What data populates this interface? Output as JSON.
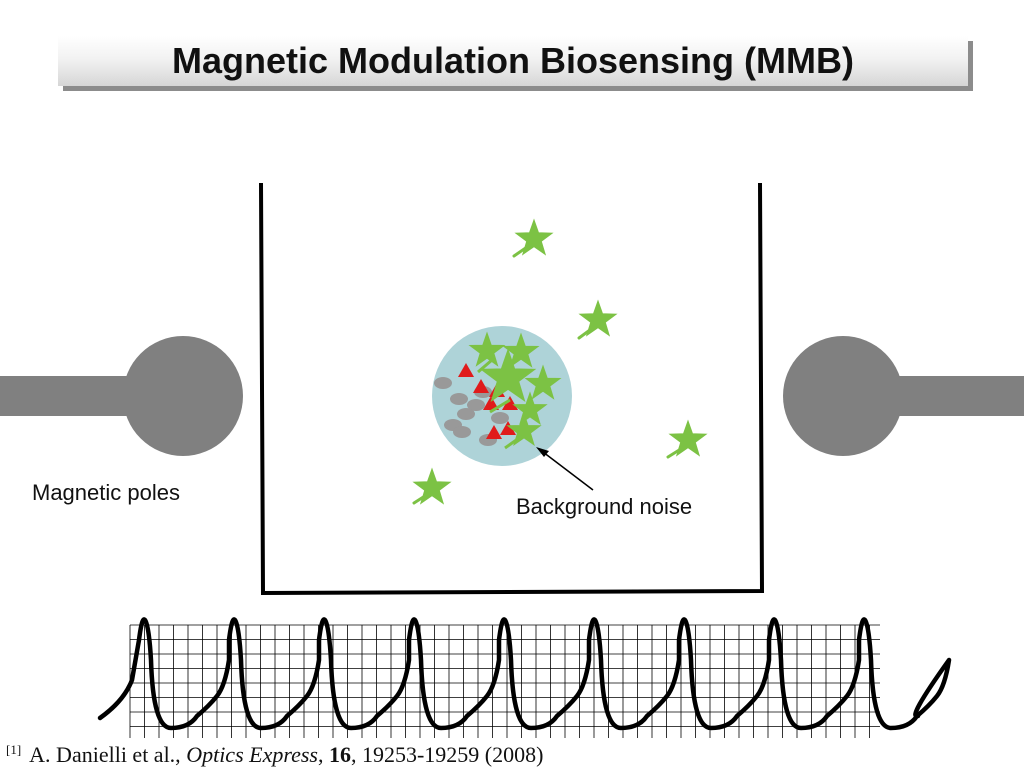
{
  "title": "Magnetic Modulation Biosensing (MMB)",
  "labels": {
    "poles": "Magnetic poles",
    "noise": "Background noise"
  },
  "citation": {
    "ref": "[1]",
    "authors": "A. Danielli et al., ",
    "journal": "Optics Express",
    "sep1": ", ",
    "volume": "16",
    "rest": ", 19253-19259 (2008)"
  },
  "colors": {
    "pole": "#808080",
    "cluster": "#aed3d8",
    "star": "#7cc244",
    "triangle": "#e01b1b",
    "bead": "#999999",
    "grid": "#000000"
  },
  "signal": {
    "peaks": 9
  }
}
